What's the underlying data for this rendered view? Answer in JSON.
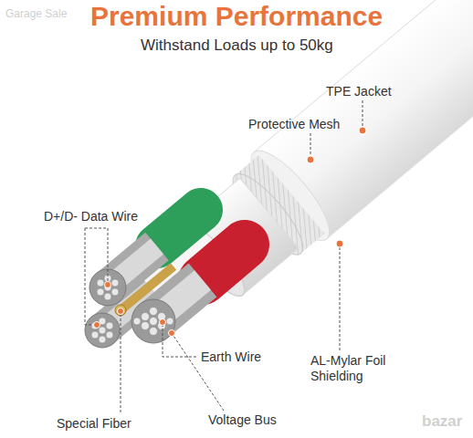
{
  "diagram": {
    "title": "Premium Performance",
    "labels": [
      "Withstand Loads up to 50kg",
      "TPE Jacket",
      "Protective Mesh",
      "D+/D- Data Wire",
      "AL-Mylar Foil Shielding",
      "Earth Wire",
      "Special Fiber",
      "Voltage Bus",
      "Garage Sale",
      "bazar"
    ]
  }
}
